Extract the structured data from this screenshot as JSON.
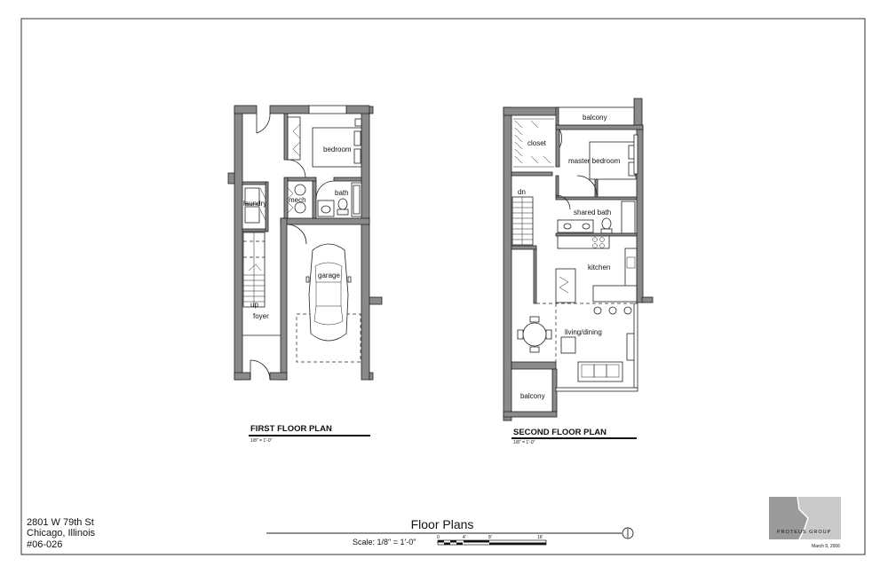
{
  "project": {
    "address_line1": "2801 W 79th St",
    "address_line2": "Chicago, Illinois",
    "number": "#06-026"
  },
  "sheet": {
    "title": "Floor Plans",
    "scale_label": "Scale: 1/8\" = 1'-0\"",
    "scale_ticks": [
      "0",
      "4'",
      "8'",
      "16'"
    ],
    "date": "March 9, 2006",
    "firm_logo_text": "PROTEUS GROUP"
  },
  "first_floor": {
    "title": "FIRST FLOOR PLAN",
    "scale": "1/8\" = 1'-0\"",
    "rooms": {
      "bedroom": "bedroom",
      "bath": "bath",
      "laundry": "laundry",
      "mech": "mech",
      "garage": "garage",
      "up": "up",
      "foyer": "foyer"
    }
  },
  "second_floor": {
    "title": "SECOND FLOOR PLAN",
    "scale": "1/8\" = 1'-0\"",
    "rooms": {
      "balcony_top": "balcony",
      "closet": "closet",
      "master_bedroom": "master bedroom",
      "dn": "dn",
      "shared_bath": "shared bath",
      "kitchen": "kitchen",
      "living_dining": "living/dining",
      "balcony_bottom": "balcony"
    }
  }
}
